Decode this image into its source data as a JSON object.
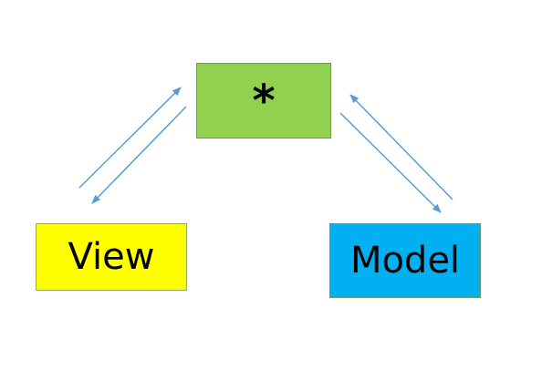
{
  "diagram": {
    "nodes": {
      "controller": {
        "label": "*",
        "fill": "#92d050"
      },
      "view": {
        "label": "View",
        "fill": "#ffff00"
      },
      "model": {
        "label": "Model",
        "fill": "#00b0f0"
      }
    },
    "edges": [
      {
        "from": "view",
        "to": "controller"
      },
      {
        "from": "controller",
        "to": "view"
      },
      {
        "from": "controller",
        "to": "model"
      },
      {
        "from": "model",
        "to": "controller"
      }
    ],
    "arrow_color": "#5b9bd5"
  }
}
